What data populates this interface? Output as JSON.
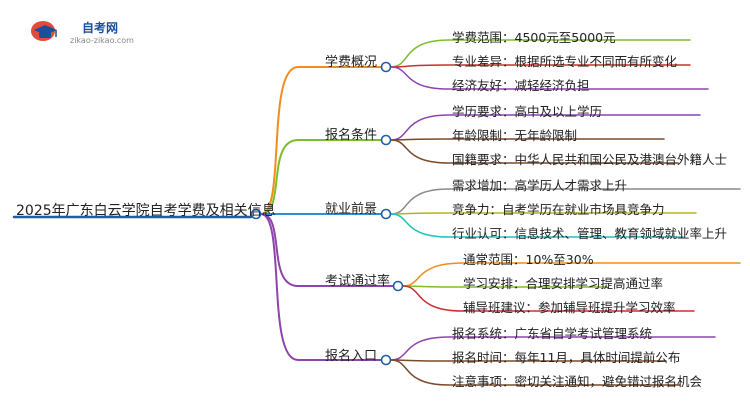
{
  "logo": {
    "title": "自考网",
    "subtitle": "zikao-zikao.com"
  },
  "root": {
    "label": "2025年广东白云学院自考学费及相关信息"
  },
  "branches": [
    {
      "label": "学费概况",
      "color": "#f28c1e",
      "leaves": [
        {
          "label": "学费范围：4500元至5000元",
          "color": "#7cbd2e"
        },
        {
          "label": "专业差异：根据所选专业不同而有所变化",
          "color": "#c9302c"
        },
        {
          "label": "经济友好：减轻经济负担",
          "color": "#8e44ad"
        }
      ]
    },
    {
      "label": "报名条件",
      "color": "#7cbd2e",
      "leaves": [
        {
          "label": "学历要求：高中及以上学历",
          "color": "#8e44ad"
        },
        {
          "label": "年龄限制：无年龄限制",
          "color": "#7a4a2a"
        },
        {
          "label": "国籍要求：中华人民共和国公民及港澳台外籍人士",
          "color": "#7a4a2a"
        }
      ]
    },
    {
      "label": "就业前景",
      "color": "#2d8fd5",
      "leaves": [
        {
          "label": "需求增加：高学历人才需求上升",
          "color": "#8a8a8a"
        },
        {
          "label": "竞争力：自考学历在就业市场具竞争力",
          "color": "#b5b51a"
        },
        {
          "label": "行业认可：信息技术、管理、教育领域就业率上升",
          "color": "#1ec2c2"
        }
      ]
    },
    {
      "label": "考试通过率",
      "color": "#8e44ad",
      "leaves": [
        {
          "label": "通常范围：10%至30%",
          "color": "#f28c1e"
        },
        {
          "label": "学习安排：合理安排学习提高通过率",
          "color": "#7cbd2e"
        },
        {
          "label": "辅导班建议：参加辅导班提升学习效率",
          "color": "#c9302c"
        }
      ]
    },
    {
      "label": "报名入口",
      "color": "#8e44ad",
      "leaves": [
        {
          "label": "报名系统：广东省自学考试管理系统",
          "color": "#8e44ad"
        },
        {
          "label": "报名时间：每年11月，具体时间提前公布",
          "color": "#7a4a2a"
        },
        {
          "label": "注意事项：密切关注通知，避免错过报名机会",
          "color": "#7a4a2a"
        }
      ]
    }
  ]
}
